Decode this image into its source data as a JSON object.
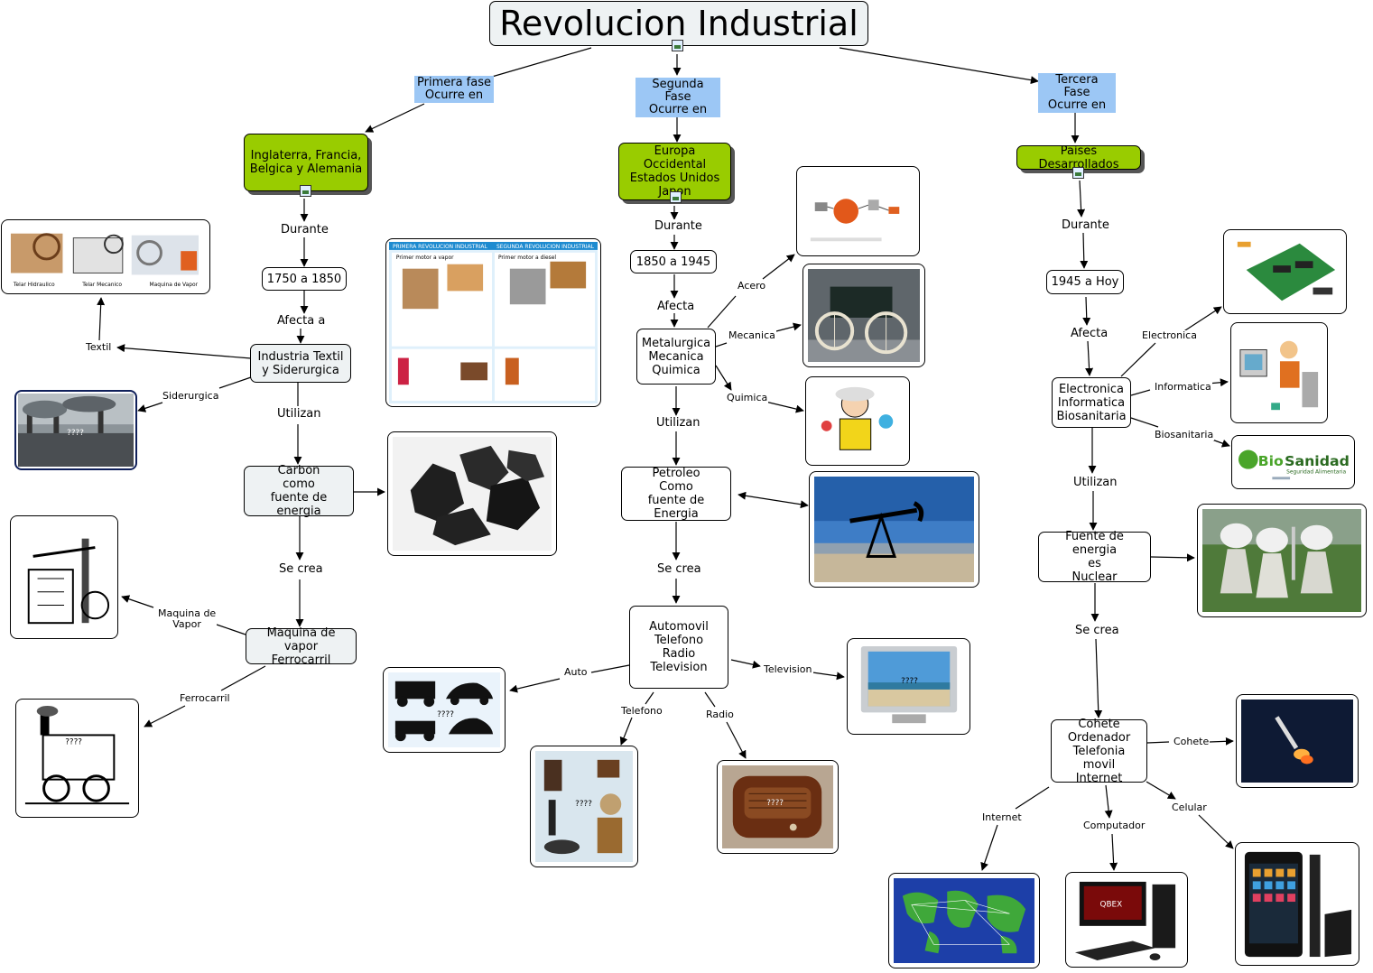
{
  "title": "Revolucion Industrial",
  "phases": {
    "first": "Primera fase\nOcurre en",
    "second": "Segunda Fase\nOcurre en",
    "third": "Tercera Fase\nOcurre en"
  },
  "nodes": {
    "first_place": "Inglaterra, Francia,\nBelgica y Alemania",
    "first_period": "1750 a 1850",
    "first_industry": "Industria Textil\ny  Siderurgica",
    "first_energy": "Carbon\ncomo\nfuente de energia",
    "first_creation": "Maquina de vapor\nFerrocarril",
    "second_place": "Europa Occidental\nEstados Unidos\nJapon",
    "second_period": "1850 a 1945",
    "second_industry": "Metalurgica\nMecanica\nQuimica",
    "second_energy": "Petroleo\nComo\nfuente de Energia",
    "second_creation": "Automovil\nTelefono\nRadio\nTelevision",
    "third_place": "Paises Desarrollados",
    "third_period": "1945 a Hoy",
    "third_industry": "Electronica\nInformatica\nBiosanitaria",
    "third_energy": "Fuente de energia\nes\nNuclear",
    "third_creation": "Cohete\nOrdenador\nTelefonia movil\nInternet"
  },
  "links": {
    "durante": "Durante",
    "afecta_a": "Afecta a",
    "afecta": "Afecta",
    "utilizan": "Utilizan",
    "se_crea": "Se crea",
    "textil": "Textil",
    "siderurgica": "Siderurgica",
    "maquina_vapor": "Maquina de\nVapor",
    "ferrocarril": "Ferrocarril",
    "acero": "Acero",
    "mecanica": "Mecanica",
    "quimica": "Quimica",
    "auto": "Auto",
    "telefono": "Telefono",
    "radio": "Radio",
    "television": "Television",
    "electronica": "Electronica",
    "informatica": "Informatica",
    "biosanitaria": "Biosanitaria",
    "cohete": "Cohete",
    "internet": "Internet",
    "computador": "Computador",
    "celular": "Celular"
  },
  "image_text": {
    "telar_hidraulico": "Telar Hidraulico",
    "telar_mecanico": "Telar Mecanico",
    "maquina_de_vapor": "Maquina de Vapor",
    "primera_revolucion": "PRIMERA REVOLUCION INDUSTRIAL",
    "segunda_revolucion": "SEGUNDA REVOLUCION INDUSTRIAL",
    "primer_motor_vapor": "Primer motor a vapor",
    "primer_motor_diesel": "Primer motor a diesel",
    "bio": "Bio",
    "sanidad": "Sanidad",
    "seguridad_alimentaria": "Seguridad Alimentaria",
    "qbex": "QBEX",
    "qmarks": "????"
  }
}
